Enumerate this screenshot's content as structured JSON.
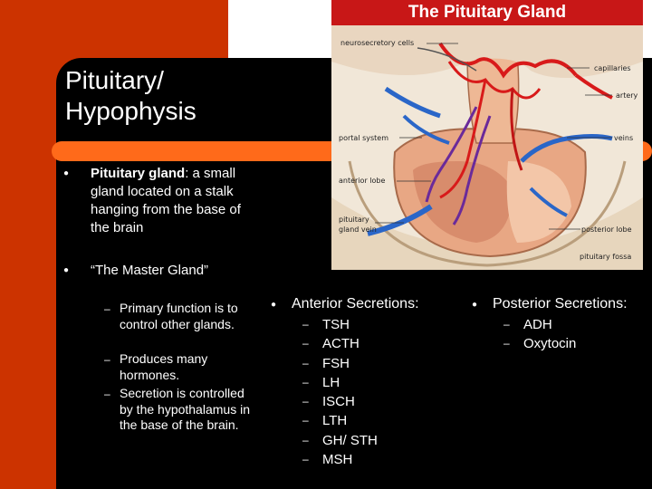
{
  "slide": {
    "title": "Pituitary/ Hypophysis",
    "bullet1": {
      "bold": "Pituitary gland",
      "rest": ": a small gland located on a stalk hanging from the base of the brain"
    },
    "bullet2": "“The Master Gland”",
    "sub_items": [
      "Primary function  is to control other glands.",
      "Produces many hormones.",
      "Secretion is controlled by the hypothalamus in the base of the brain."
    ],
    "anterior": {
      "heading": "Anterior Secretions:",
      "items": [
        "TSH",
        "ACTH",
        "FSH",
        "LH",
        "ISCH",
        "LTH",
        "GH/ STH",
        "MSH"
      ]
    },
    "posterior": {
      "heading": "Posterior Secretions:",
      "items": [
        "ADH",
        "Oxytocin"
      ]
    }
  },
  "figure": {
    "title": "The Pituitary Gland",
    "labels": {
      "neurosecretory": "neurosecretory cells",
      "capillaries": "capillaries",
      "artery": "artery",
      "portal": "portal system",
      "veins": "veins",
      "anterior_lobe": "anterior lobe",
      "pituitary_vein_1": "pituitary",
      "pituitary_vein_2": "gland vein",
      "posterior_lobe": "posterior lobe",
      "fossa": "pituitary fossa"
    }
  },
  "colors": {
    "orange_block": "#cc3300",
    "orange_bar": "#ff6a1a",
    "background": "#000000",
    "text": "#ffffff",
    "figure_title_bar": "#c81717"
  }
}
